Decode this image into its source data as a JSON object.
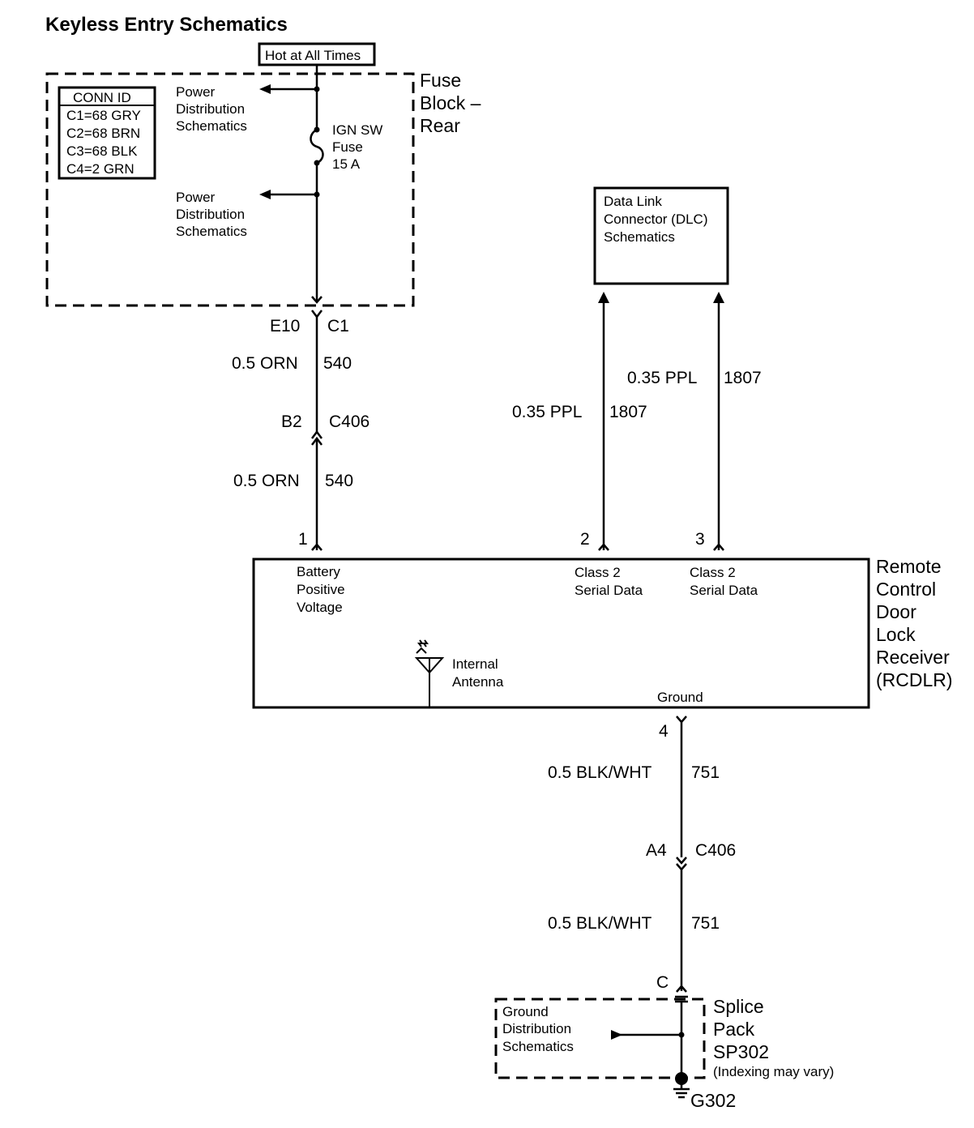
{
  "title": "Keyless Entry Schematics",
  "hot_label": "Hot at All Times",
  "fuse_block": {
    "name_lines": [
      "Fuse",
      "Block –",
      "Rear"
    ],
    "conn_id": {
      "header": "CONN ID",
      "rows": [
        "C1=68 GRY",
        "C2=68 BRN",
        "C3=68 BLK",
        "C4=2 GRN"
      ]
    },
    "power_dist_top": [
      "Power",
      "Distribution",
      "Schematics"
    ],
    "power_dist_bottom": [
      "Power",
      "Distribution",
      "Schematics"
    ],
    "fuse_label": [
      "IGN SW",
      "Fuse",
      "15 A"
    ]
  },
  "dlc": {
    "name_lines": [
      "Data Link",
      "Connector (DLC)",
      "Schematics"
    ]
  },
  "wires": {
    "w1_label": "0.5 ORN",
    "w1_circuit": "540",
    "w2_label": "0.5 ORN",
    "w2_circuit": "540",
    "w3_label": "0.35 PPL",
    "w3_circuit": "1807",
    "w4_label": "0.35 PPL",
    "w4_circuit": "1807",
    "w5_label": "0.5 BLK/WHT",
    "w5_circuit": "751",
    "w6_label": "0.5 BLK/WHT",
    "w6_circuit": "751"
  },
  "connectors": {
    "e10": "E10",
    "c1": "C1",
    "b2": "B2",
    "c406_top": "C406",
    "a4": "A4",
    "c406_bottom": "C406",
    "c": "C"
  },
  "pins": {
    "p1": "1",
    "p2": "2",
    "p3": "3",
    "p4": "4"
  },
  "rcdlr": {
    "name_lines": [
      "Remote",
      "Control",
      "Door",
      "Lock",
      "Receiver",
      "(RCDLR)"
    ],
    "batt_lines": [
      "Battery",
      "Positive",
      "Voltage"
    ],
    "class2a_lines": [
      "Class 2",
      "Serial Data"
    ],
    "class2b_lines": [
      "Class 2",
      "Serial Data"
    ],
    "antenna_lines": [
      "Internal",
      "Antenna"
    ],
    "ground": "Ground"
  },
  "splice": {
    "name_lines": [
      "Splice",
      "Pack",
      "SP302"
    ],
    "note": "(Indexing may vary)",
    "ground_dist": [
      "Ground",
      "Distribution",
      "Schematics"
    ]
  },
  "ground_id": "G302"
}
